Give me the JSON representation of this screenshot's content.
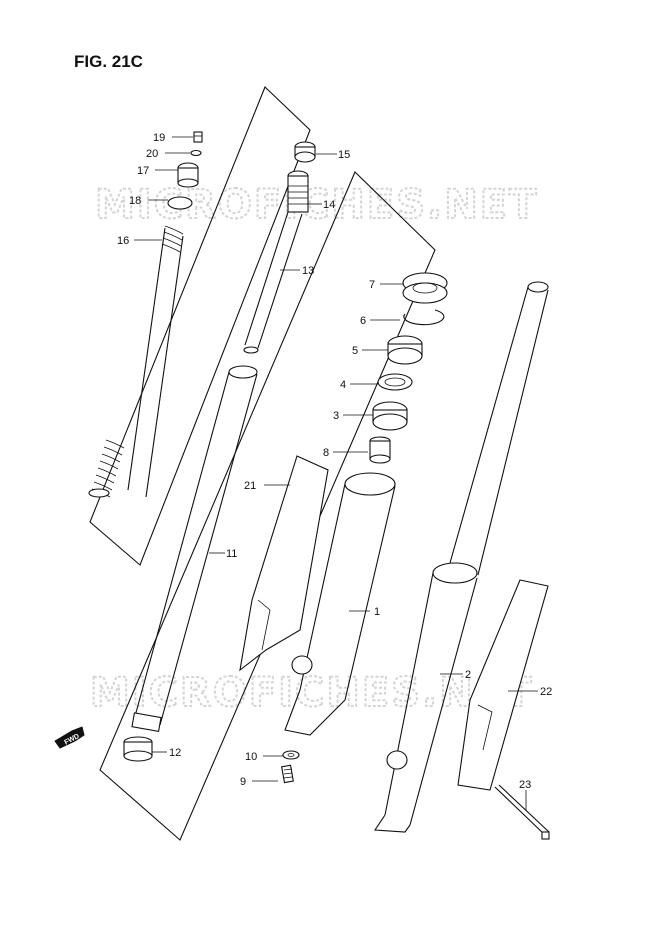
{
  "figure": {
    "title": "FIG. 21C"
  },
  "watermark": {
    "text": "MICROFICHES.NET"
  },
  "fwd_label": "FWD",
  "callouts": [
    {
      "id": "1",
      "label": "1"
    },
    {
      "id": "2",
      "label": "2"
    },
    {
      "id": "3",
      "label": "3"
    },
    {
      "id": "4",
      "label": "4"
    },
    {
      "id": "5",
      "label": "5"
    },
    {
      "id": "6",
      "label": "6"
    },
    {
      "id": "7",
      "label": "7"
    },
    {
      "id": "8",
      "label": "8"
    },
    {
      "id": "9",
      "label": "9"
    },
    {
      "id": "10",
      "label": "10"
    },
    {
      "id": "11",
      "label": "11"
    },
    {
      "id": "12",
      "label": "12"
    },
    {
      "id": "13",
      "label": "13"
    },
    {
      "id": "14",
      "label": "14"
    },
    {
      "id": "15",
      "label": "15"
    },
    {
      "id": "16",
      "label": "16"
    },
    {
      "id": "17",
      "label": "17"
    },
    {
      "id": "18",
      "label": "18"
    },
    {
      "id": "19",
      "label": "19"
    },
    {
      "id": "20",
      "label": "20"
    },
    {
      "id": "21",
      "label": "21"
    },
    {
      "id": "22",
      "label": "22"
    },
    {
      "id": "23",
      "label": "23"
    }
  ]
}
